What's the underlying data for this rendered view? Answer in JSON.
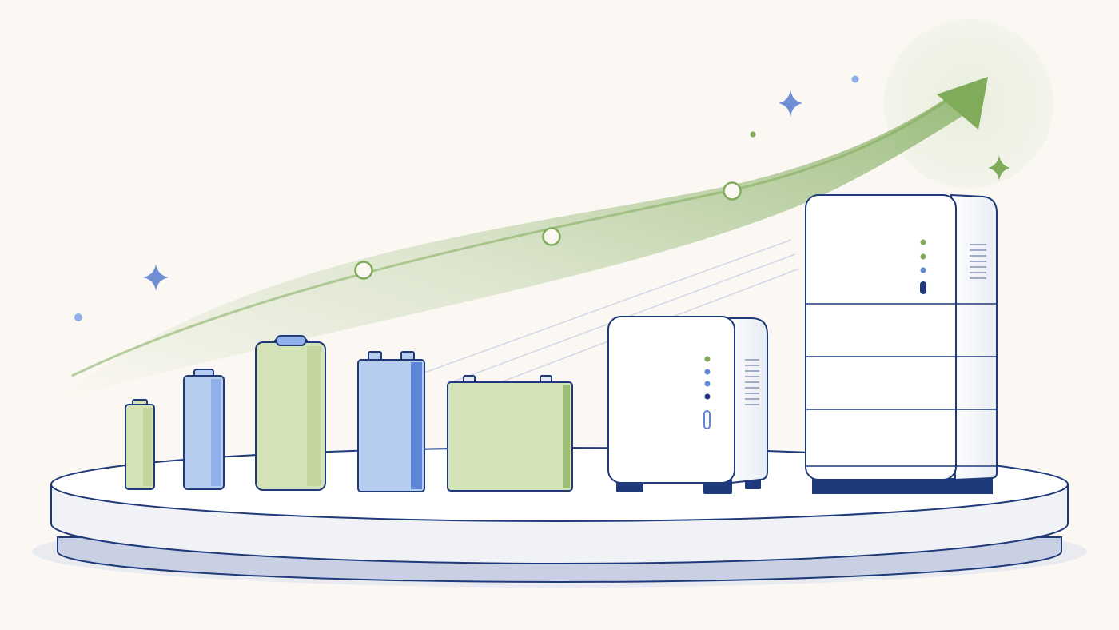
{
  "palette": {
    "background": "#fbf8f3",
    "navy": "#1e3a7a",
    "green": "#7fab5a",
    "green_fill": "#d4e2b8",
    "blue_fill": "#b6cdf0",
    "white": "#ffffff",
    "platform_shadow": "#c9d0e4"
  },
  "scene": {
    "icons": [
      "growth-arrow-icon",
      "sparkle-icon",
      "cylindrical-cell-battery-icon",
      "nine-volt-battery-icon",
      "prismatic-battery-icon",
      "home-battery-unit-icon",
      "stacked-battery-cabinet-icon"
    ],
    "growth_steps": 3,
    "cabinet_indicator_lights": [
      "green",
      "green",
      "blue",
      "navy"
    ],
    "unit_indicator_lights": [
      "green",
      "blue",
      "blue",
      "navy"
    ]
  }
}
